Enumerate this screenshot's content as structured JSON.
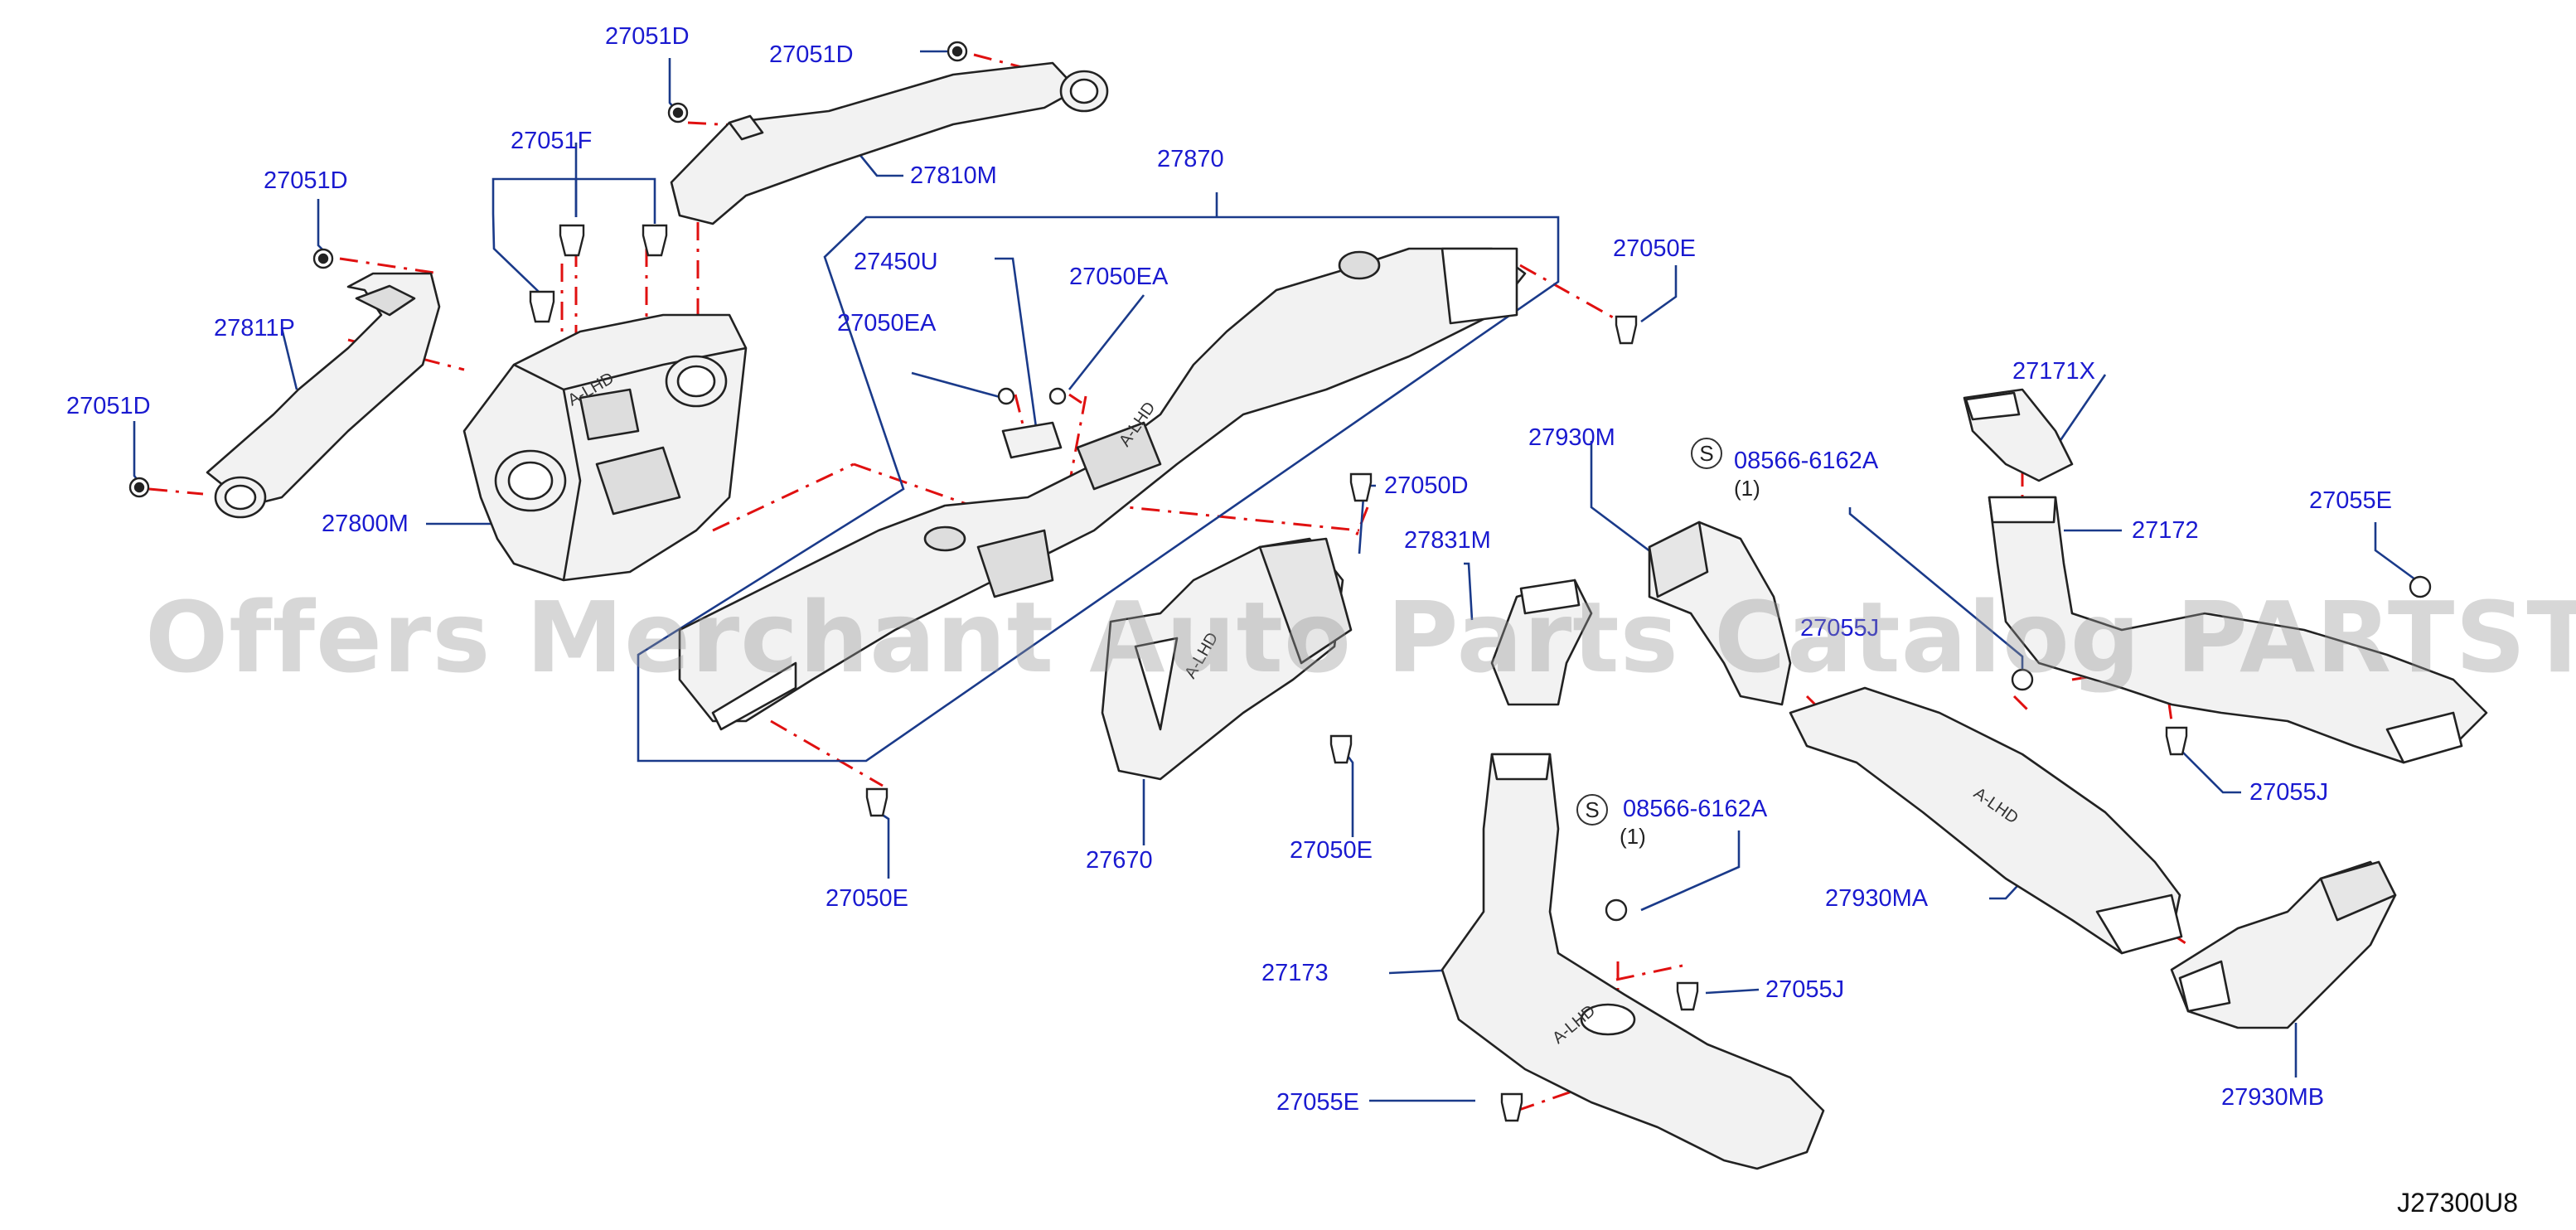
{
  "watermark": "Offers Merchant Auto Parts Catalog PARTSTORE.SA",
  "diagram_code": "J27300U8",
  "callouts": [
    {
      "id": "c01",
      "text": "27051D"
    },
    {
      "id": "c02",
      "text": "27051D"
    },
    {
      "id": "c03",
      "text": "27051F"
    },
    {
      "id": "c04",
      "text": "27810M"
    },
    {
      "id": "c05",
      "text": "27870"
    },
    {
      "id": "c06",
      "text": "27051D"
    },
    {
      "id": "c07",
      "text": "27811P"
    },
    {
      "id": "c08",
      "text": "27051D"
    },
    {
      "id": "c09",
      "text": "27800M"
    },
    {
      "id": "c10",
      "text": "27450U"
    },
    {
      "id": "c11",
      "text": "27050EA"
    },
    {
      "id": "c12",
      "text": "27050EA"
    },
    {
      "id": "c13",
      "text": "27050E"
    },
    {
      "id": "c14",
      "text": "27050D"
    },
    {
      "id": "c15",
      "text": "27831M"
    },
    {
      "id": "c16",
      "text": "27930M"
    },
    {
      "id": "c17",
      "text": "08566-6162A"
    },
    {
      "id": "c18",
      "text": "27171X"
    },
    {
      "id": "c19",
      "text": "27172"
    },
    {
      "id": "c20",
      "text": "27055E"
    },
    {
      "id": "c21",
      "text": "27055J"
    },
    {
      "id": "c22",
      "text": "27670"
    },
    {
      "id": "c23",
      "text": "27050E"
    },
    {
      "id": "c24",
      "text": "27050E"
    },
    {
      "id": "c25",
      "text": "08566-6162A"
    },
    {
      "id": "c26",
      "text": "27930MA"
    },
    {
      "id": "c27",
      "text": "27173"
    },
    {
      "id": "c28",
      "text": "27055J"
    },
    {
      "id": "c29",
      "text": "27055E"
    },
    {
      "id": "c30",
      "text": "27930MB"
    }
  ],
  "standard_parts": [
    {
      "symbol": "S",
      "quantity": "(1)"
    },
    {
      "symbol": "S",
      "quantity": "(1)"
    }
  ],
  "colors": {
    "callout_text": "#1a1ad0",
    "leader": "#1a3a8a",
    "part_outline": "#222222",
    "dashed_line": "#e01010",
    "part_fill": "#f2f2f2"
  },
  "visible_fragments": {
    "lhd_mark": "A-LHD",
    "partial_callout": "27055J"
  }
}
